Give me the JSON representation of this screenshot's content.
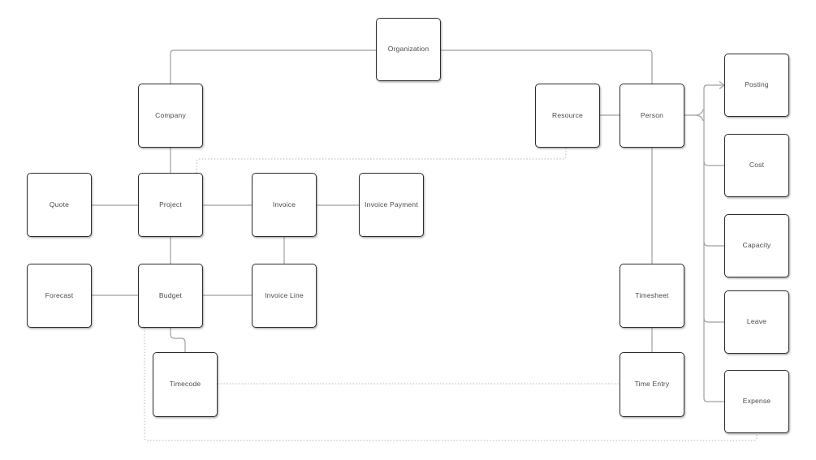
{
  "diagram": {
    "nodes": {
      "organization": {
        "label": "Organization"
      },
      "company": {
        "label": "Company"
      },
      "resource": {
        "label": "Resource"
      },
      "person": {
        "label": "Person"
      },
      "posting": {
        "label": "Posting"
      },
      "cost": {
        "label": "Cost"
      },
      "capacity": {
        "label": "Capacity"
      },
      "leave": {
        "label": "Leave"
      },
      "expense": {
        "label": "Expense"
      },
      "quote": {
        "label": "Quote"
      },
      "project": {
        "label": "Project"
      },
      "invoice": {
        "label": "Invoice"
      },
      "invoice_payment": {
        "label": "Invoice Payment"
      },
      "forecast": {
        "label": "Forecast"
      },
      "budget": {
        "label": "Budget"
      },
      "invoice_line": {
        "label": "Invoice Line"
      },
      "timecode": {
        "label": "Timecode"
      },
      "timesheet": {
        "label": "Timesheet"
      },
      "time_entry": {
        "label": "Time Entry"
      }
    },
    "edges": [
      {
        "from": "Organization",
        "to": "Company",
        "style": "solid"
      },
      {
        "from": "Organization",
        "to": "Person",
        "style": "solid"
      },
      {
        "from": "Company",
        "to": "Project",
        "style": "solid"
      },
      {
        "from": "Quote",
        "to": "Project",
        "style": "solid"
      },
      {
        "from": "Project",
        "to": "Invoice",
        "style": "solid"
      },
      {
        "from": "Invoice",
        "to": "Invoice Payment",
        "style": "solid"
      },
      {
        "from": "Invoice",
        "to": "Invoice Line",
        "style": "solid"
      },
      {
        "from": "Project",
        "to": "Budget",
        "style": "solid"
      },
      {
        "from": "Forecast",
        "to": "Budget",
        "style": "solid"
      },
      {
        "from": "Budget",
        "to": "Invoice Line",
        "style": "solid"
      },
      {
        "from": "Budget",
        "to": "Timecode",
        "style": "solid"
      },
      {
        "from": "Resource",
        "to": "Person",
        "style": "solid"
      },
      {
        "from": "Person",
        "to": "Timesheet",
        "style": "solid"
      },
      {
        "from": "Timesheet",
        "to": "Time Entry",
        "style": "solid"
      },
      {
        "from": "Person",
        "to": "Posting",
        "style": "solid",
        "arrow": true
      },
      {
        "from": "Person",
        "to": "Cost",
        "style": "solid"
      },
      {
        "from": "Person",
        "to": "Capacity",
        "style": "solid"
      },
      {
        "from": "Person",
        "to": "Leave",
        "style": "solid"
      },
      {
        "from": "Person",
        "to": "Expense",
        "style": "solid"
      },
      {
        "from": "Project",
        "to": "Resource",
        "style": "dotted"
      },
      {
        "from": "Timecode",
        "to": "Time Entry",
        "style": "dotted"
      },
      {
        "from": "Budget",
        "to": "Expense",
        "style": "dotted"
      }
    ],
    "colors": {
      "background": "#ffffff",
      "box_fill": "#ffffff",
      "box_border": "#2d2d2d",
      "label": "#4a4a4a",
      "solid_line": "#9ba0a5",
      "dotted_line": "#b4b6bb"
    }
  }
}
